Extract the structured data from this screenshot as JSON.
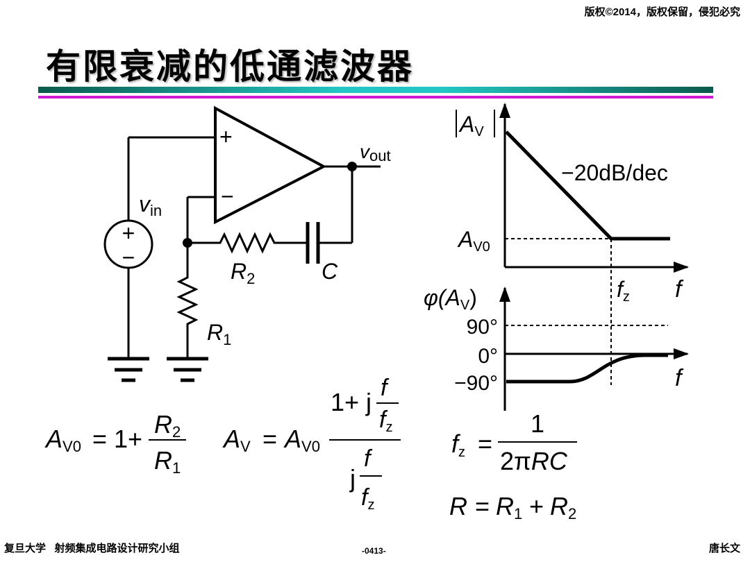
{
  "header": {
    "copyright": "版权©2014，版权保留，侵犯必究",
    "title": "有限衰减的低通滤波器"
  },
  "footer": {
    "org": "复旦大学   射频集成电路设计研究小组",
    "page": "-0413-",
    "author": "唐长文"
  },
  "circuit": {
    "plus": "+",
    "minus": "−",
    "vout": "v",
    "vout_sub": "out",
    "vin": "v",
    "vin_sub": "in",
    "source_plus": "+",
    "source_minus": "−",
    "r2": "R",
    "r2_sub": "2",
    "c": "C",
    "r1": "R",
    "r1_sub": "1"
  },
  "magnitude_plot": {
    "ylabel": "A",
    "ylabel_sub": "V",
    "slope": "−20dB/dec",
    "level": "A",
    "level_sub": "V0",
    "fz": "f",
    "fz_sub": "z",
    "xlabel": "f"
  },
  "phase_plot": {
    "ylabel_pre": "φ(",
    "ylabel": "A",
    "ylabel_sub": "V",
    "ylabel_post": ")",
    "tick_90": "90°",
    "tick_0": "0°",
    "tick_m90": "−90°",
    "xlabel": "f"
  },
  "equations": {
    "av0_lhs": "A",
    "av0_lhs_sub": "V0",
    "av0_eq": "= 1+",
    "av0_num": "R",
    "av0_num_sub": "2",
    "av0_den": "R",
    "av0_den_sub": "1",
    "av_lhs": "A",
    "av_lhs_sub": "V",
    "av_eq": "=",
    "av_rhs": "A",
    "av_rhs_sub": "V0",
    "av_num_pre": "1+ j",
    "av_f": "f",
    "av_fz": "f",
    "av_fz_sub": "z",
    "av_den_pre": "j",
    "av_den_f": "f",
    "av_den_fz": "f",
    "av_den_fz_sub": "z",
    "fz_lhs": "f",
    "fz_lhs_sub": "z",
    "fz_eq": "=",
    "fz_num": "1",
    "fz_den": "2π",
    "fz_den_rc": "RC",
    "r_lhs": "R",
    "r_eq": "=",
    "r_r1": "R",
    "r_r1_sub": "1",
    "r_plus": "+",
    "r_r2": "R",
    "r_r2_sub": "2"
  }
}
